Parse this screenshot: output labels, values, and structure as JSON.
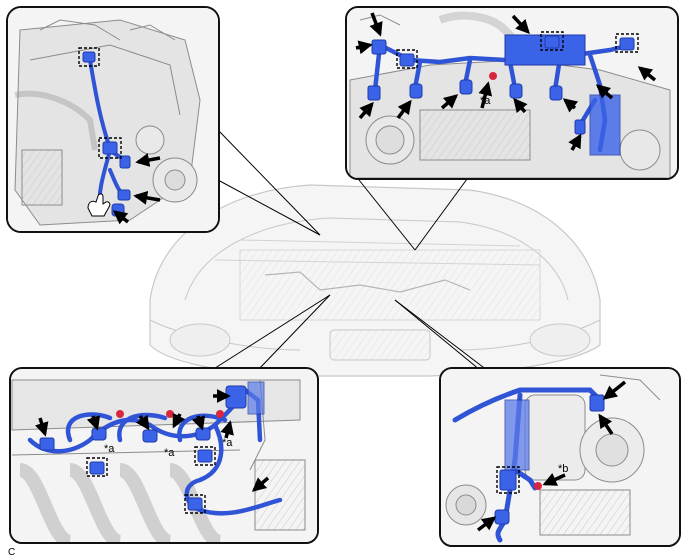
{
  "figure": {
    "id_label": "C",
    "callouts": {
      "a": "*a",
      "b": "*b"
    }
  },
  "colors": {
    "harness": "#2f54d6",
    "harness_dark": "#1f3aa8",
    "connector": "#3b63e8",
    "clamp_red": "#d9263f",
    "engine_line": "#9a9a9a",
    "engine_fill": "#e6e6e6",
    "panel_border": "#111111",
    "arrow": "#000000"
  },
  "icons": [
    "arrow-pointer-icon",
    "connector-clamp-icon",
    "dashed-box-marker-icon",
    "hand-icon"
  ]
}
